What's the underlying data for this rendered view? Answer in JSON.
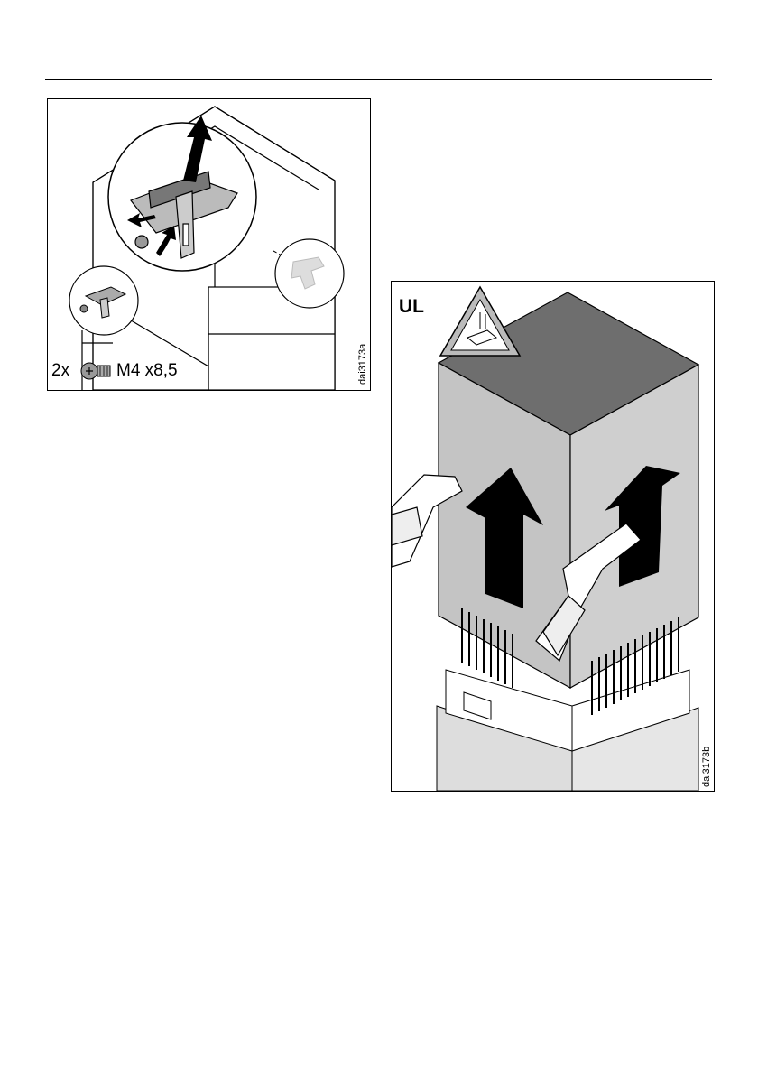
{
  "figure_a": {
    "code": "dai3173a",
    "screw_qty": "2x",
    "screw_size": "M4 x8,5"
  },
  "figure_b": {
    "code": "dai3173b",
    "label": "UL",
    "warning_icon": "cut-hazard-warning-icon"
  }
}
